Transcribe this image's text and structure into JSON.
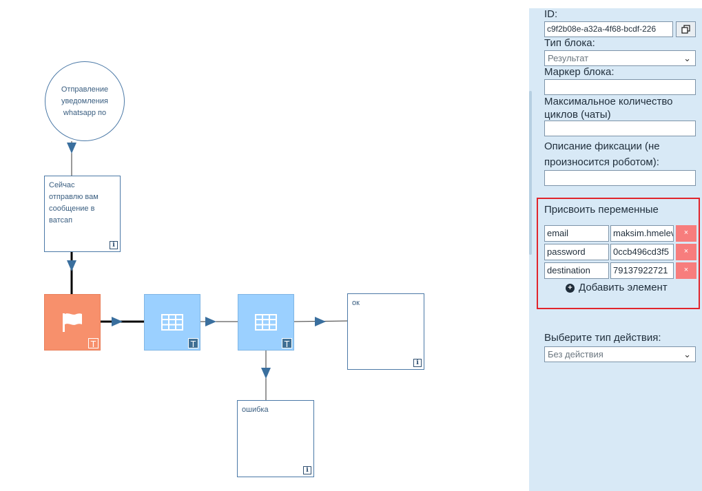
{
  "canvas": {
    "start_node": {
      "text": "Отправление\nуведомления\nwhatsapp по"
    },
    "message_node": {
      "text": "Сейчас\nотправлю вам\nсообщение в\nватсап"
    },
    "ok_node": {
      "text": "ок"
    },
    "error_node": {
      "text": "ошибка"
    },
    "badge_letter": "T",
    "info_letter": "i"
  },
  "panel": {
    "id_label": "ID:",
    "id_value": "c9f2b08e-a32a-4f68-bcdf-226",
    "copy_icon": "copy-icon",
    "block_type_label": "Тип блока:",
    "block_type_value": "Результат",
    "block_marker_label": "Маркер блока:",
    "block_marker_value": "",
    "max_cycles_label": "Максимальное количество циклов (чаты)",
    "max_cycles_value": "",
    "fixation_label": "Описание фиксации (не произносится роботом):",
    "fixation_value": "",
    "vars_title": "Присвоить переменные",
    "variables": [
      {
        "name": "email",
        "value": "maksim.hmelev"
      },
      {
        "name": "password",
        "value": "0ccb496cd3f5"
      },
      {
        "name": "destination",
        "value": "79137922721"
      }
    ],
    "delete_symbol": "×",
    "add_label": "Добавить элемент",
    "action_type_label": "Выберите тип действия:",
    "action_type_value": "Без действия"
  },
  "colors": {
    "flag_block": "#f7906c",
    "table_block": "#9bd0ff",
    "edge": "#3a6f9e",
    "panel_bg": "#d8e9f6",
    "highlight": "#e1242b",
    "delete_button": "#f77d7d"
  }
}
